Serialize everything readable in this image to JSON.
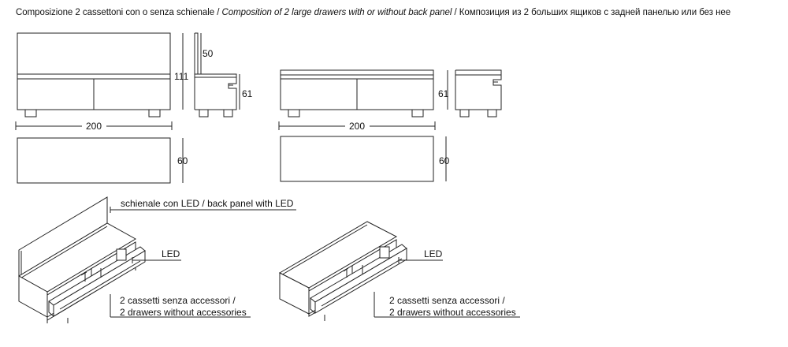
{
  "header": {
    "title_it": "Composizione 2 cassettoni con o senza schienale / ",
    "title_en": "Composition of 2 large drawers with or without back panel",
    "title_ru": " / Композиция из 2 больших ящиков с задней панелью или без нее"
  },
  "dimensions": {
    "with_back": {
      "width": "200",
      "total_height": "111",
      "back_height": "50",
      "seat_height": "61",
      "depth": "60"
    },
    "without_back": {
      "width": "200",
      "height": "61",
      "depth": "60"
    }
  },
  "labels": {
    "back_panel": "schienale con LED / back panel with LED",
    "led_left": "LED",
    "led_right": "LED",
    "drawers_left_1": "2 cassetti senza accessori /",
    "drawers_left_2": "2 drawers without accessories",
    "drawers_right_1": "2 cassetti senza accessori /",
    "drawers_right_2": "2 drawers without accessories"
  }
}
